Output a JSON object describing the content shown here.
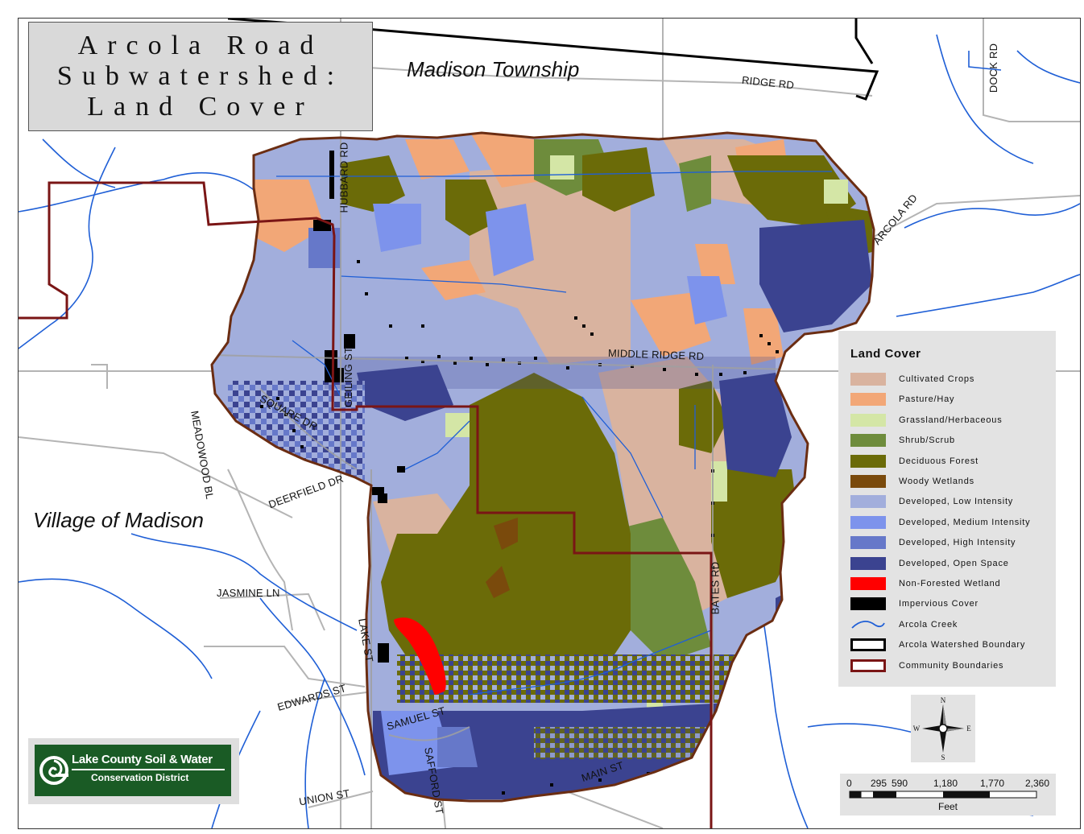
{
  "title": {
    "lines": [
      "Arcola Road",
      "Subwatershed:",
      "Land Cover"
    ]
  },
  "place_labels": {
    "madison_township": "Madison Township",
    "village_of_madison": "Village of Madison"
  },
  "roads": {
    "ridge_rd": "RIDGE RD",
    "dock_rd": "DOCK RD",
    "hubbard_rd": "HUBBARD RD",
    "arcola_rd": "ARCOLA RD",
    "middle_ridge_rd": "MIDDLE RIDGE RD",
    "geiling_st": "GEILING ST",
    "square_dr": "SQUARE DR",
    "meadowood_bl": "MEADOWOOD BL",
    "deerfield_dr": "DEERFIELD DR",
    "jasmine_ln": "JASMINE LN",
    "lake_st": "LAKE ST",
    "bates_rd": "BATES RD",
    "edwards_st": "EDWARDS ST",
    "samuel_st": "SAMUEL ST",
    "safford_st": "SAFFORD ST",
    "main_st": "MAIN ST",
    "union_st": "UNION ST"
  },
  "legend": {
    "title": "Land Cover",
    "items": [
      {
        "label": "Cultivated Crops",
        "color": "#d9b39f",
        "kind": "fill"
      },
      {
        "label": "Pasture/Hay",
        "color": "#f2a777",
        "kind": "fill"
      },
      {
        "label": "Grassland/Herbaceous",
        "color": "#d4e6a6",
        "kind": "fill"
      },
      {
        "label": "Shrub/Scrub",
        "color": "#6e8c3c",
        "kind": "fill"
      },
      {
        "label": "Deciduous Forest",
        "color": "#6b6b08",
        "kind": "fill"
      },
      {
        "label": "Woody Wetlands",
        "color": "#7a4a0c",
        "kind": "fill"
      },
      {
        "label": "Developed, Low Intensity",
        "color": "#a2aedc",
        "kind": "fill"
      },
      {
        "label": "Developed, Medium Intensity",
        "color": "#7d93ec",
        "kind": "fill"
      },
      {
        "label": "Developed, High Intensity",
        "color": "#6678c9",
        "kind": "fill"
      },
      {
        "label": "Developed, Open Space",
        "color": "#3b4390",
        "kind": "fill"
      },
      {
        "label": "Non-Forested Wetland",
        "color": "#ff0000",
        "kind": "fill"
      },
      {
        "label": "Impervious Cover",
        "color": "#000000",
        "kind": "fill"
      },
      {
        "label": "Arcola Creek",
        "color": "#1f5fd6",
        "kind": "line"
      },
      {
        "label": "Arcola Watershed Boundary",
        "color": "#000000",
        "kind": "outline"
      },
      {
        "label": "Community Boundaries",
        "color": "#7a1515",
        "kind": "outline"
      }
    ]
  },
  "logo": {
    "line1": "Lake County Soil & Water",
    "line2": "Conservation District"
  },
  "compass": {
    "n": "N",
    "s": "S",
    "e": "E",
    "w": "W"
  },
  "scale_bar": {
    "ticks": [
      "0",
      "295",
      "590",
      "1,180",
      "1,770",
      "2,360"
    ],
    "unit": "Feet"
  },
  "colors": {
    "creek": "#1f5fd6",
    "road": "#b4b4b4",
    "watershed_boundary": "#000000",
    "watershed_outline": "#6b2d12",
    "community_boundary": "#7a1515"
  }
}
